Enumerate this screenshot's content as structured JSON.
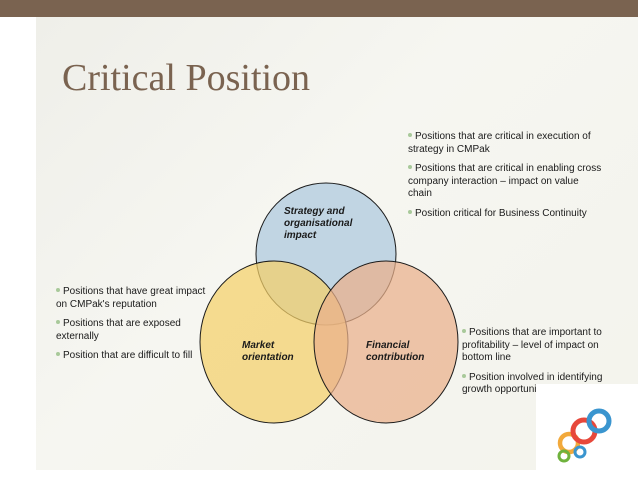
{
  "slide": {
    "title": "Critical Position"
  },
  "colors": {
    "header_bar": "#7a6350",
    "title": "#7a6350",
    "bullet_dot": "#a8c99a",
    "strategy_circle": "#b7cfe0",
    "market_circle": "#f4d06a",
    "financial_circle": "#eab08a"
  },
  "venn": {
    "strategy_label": "Strategy and organisational impact",
    "market_label": "Market orientation",
    "financial_label": "Financial contribution"
  },
  "strategy_points": [
    "Positions that are critical in execution of strategy in CMPak",
    "Positions that are critical in enabling cross company interaction – impact on value chain",
    "Position critical for Business Continuity"
  ],
  "market_points": [
    "Positions that have great impact on CMPak's reputation",
    "Positions that are exposed externally",
    "Position that are difficult to fill"
  ],
  "financial_points": [
    "Positions that are important to profitability – level of impact on bottom line",
    "Position involved in identifying growth opportunity"
  ],
  "logo": {
    "icon": "colored-rings-logo-icon"
  }
}
